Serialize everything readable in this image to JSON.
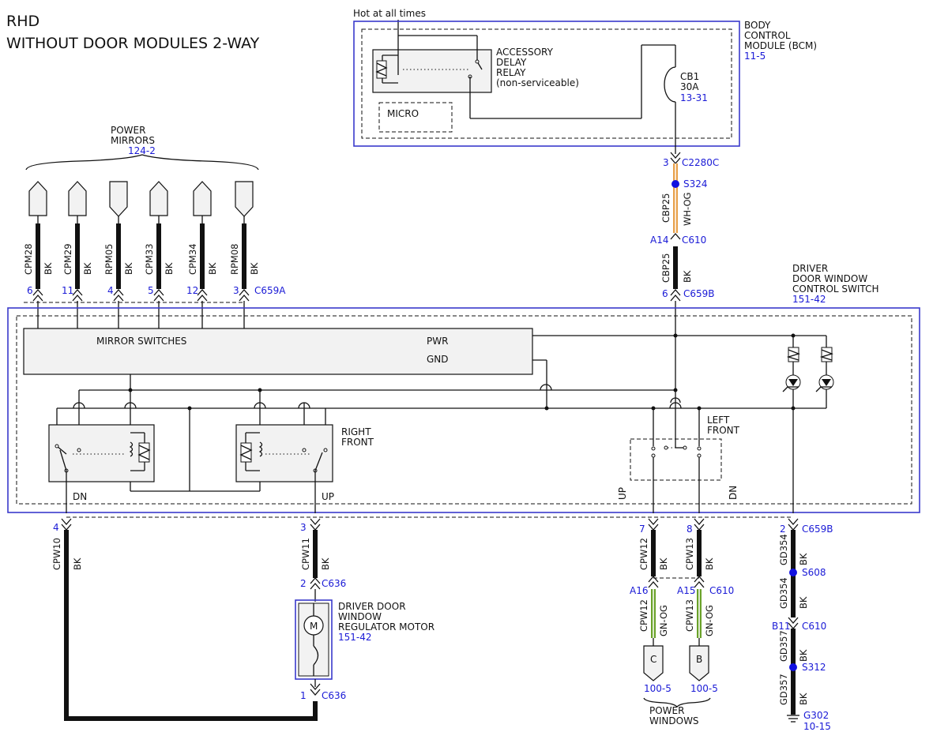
{
  "title": {
    "line1": "RHD",
    "line2": "WITHOUT DOOR MODULES 2-WAY"
  },
  "colors": {
    "reference": "#1a1ad6",
    "splice": "#1010e0",
    "module_border": "#3a3acb",
    "wire_whog": "#e8a04a",
    "wire_gnog": "#6aa22a",
    "module_fill": "#f2f2f2"
  },
  "bcm": {
    "header": "Hot at all times",
    "name_lines": [
      "BODY",
      "CONTROL",
      "MODULE (BCM)"
    ],
    "ref": "11-5",
    "relay_lines": [
      "ACCESSORY",
      "DELAY",
      "RELAY",
      "(non-serviceable)"
    ],
    "micro": "MICRO",
    "breaker": {
      "name": "CB1",
      "rating": "30A",
      "ref": "13-31"
    }
  },
  "mirrors": {
    "name_lines": [
      "POWER",
      "MIRRORS"
    ],
    "ref": "124-2"
  },
  "mirror_wires": [
    {
      "circuit": "CPM28",
      "color": "BK",
      "pin": "6"
    },
    {
      "circuit": "CPM29",
      "color": "BK",
      "pin": "11"
    },
    {
      "circuit": "RPM05",
      "color": "BK",
      "pin": "4"
    },
    {
      "circuit": "CPM33",
      "color": "BK",
      "pin": "5"
    },
    {
      "circuit": "CPM34",
      "color": "BK",
      "pin": "12"
    },
    {
      "circuit": "RPM08",
      "color": "BK",
      "pin": "3"
    }
  ],
  "connectors": {
    "c659a": "C659A",
    "c2280c": "C2280C",
    "c2280c_pin": "3",
    "s324": "S324",
    "c610": "C610",
    "c610_pin_a14": "A14",
    "c659b": "C659B",
    "c659b_pin_6": "6",
    "c659b_pin_2": "2",
    "c636": "C636",
    "c636_pin_2": "2",
    "c636_pin_1": "1",
    "s608": "S608",
    "c610_pin_b11": "B11",
    "s312": "S312",
    "g302": "G302",
    "g302_ref": "10-15",
    "c610_pin_a16": "A16",
    "c610_pin_a15": "A15"
  },
  "wires": {
    "cbp25_top": {
      "circuit": "CBP25",
      "color": "WH-OG"
    },
    "cbp25_bot": {
      "circuit": "CBP25",
      "color": "BK"
    },
    "cpw10": {
      "circuit": "CPW10",
      "color": "BK",
      "pin": "4"
    },
    "cpw11": {
      "circuit": "CPW11",
      "color": "BK",
      "pin": "3"
    },
    "cpw12": {
      "circuit": "CPW12",
      "color": "BK",
      "pin": "7"
    },
    "cpw13": {
      "circuit": "CPW13",
      "color": "BK",
      "pin": "8"
    },
    "cpw12_lower": {
      "circuit": "CPW12",
      "color": "GN-OG"
    },
    "cpw13_lower": {
      "circuit": "CPW13",
      "color": "GN-OG"
    },
    "gd354_a": {
      "circuit": "GD354",
      "color": "BK"
    },
    "gd354_b": {
      "circuit": "GD354",
      "color": "BK"
    },
    "gd357_a": {
      "circuit": "GD357",
      "color": "BK"
    },
    "gd357_b": {
      "circuit": "GD357",
      "color": "BK"
    }
  },
  "switch": {
    "name_lines": [
      "DRIVER",
      "DOOR WINDOW",
      "CONTROL SWITCH"
    ],
    "ref": "151-42",
    "mirror_switches": "MIRROR SWITCHES",
    "pwr": "PWR",
    "gnd": "GND",
    "right_front_lines": [
      "RIGHT",
      "FRONT"
    ],
    "left_front_lines": [
      "LEFT",
      "FRONT"
    ],
    "dn": "DN",
    "up": "UP",
    "lf_up": "UP",
    "lf_dn": "DN"
  },
  "motor": {
    "name_lines": [
      "DRIVER DOOR",
      "WINDOW",
      "REGULATOR MOTOR"
    ],
    "ref": "151-42",
    "symbol": "M"
  },
  "power_windows": {
    "name_lines": [
      "POWER",
      "WINDOWS"
    ],
    "c_label": "C",
    "b_label": "B",
    "c_ref": "100-5",
    "b_ref": "100-5"
  }
}
